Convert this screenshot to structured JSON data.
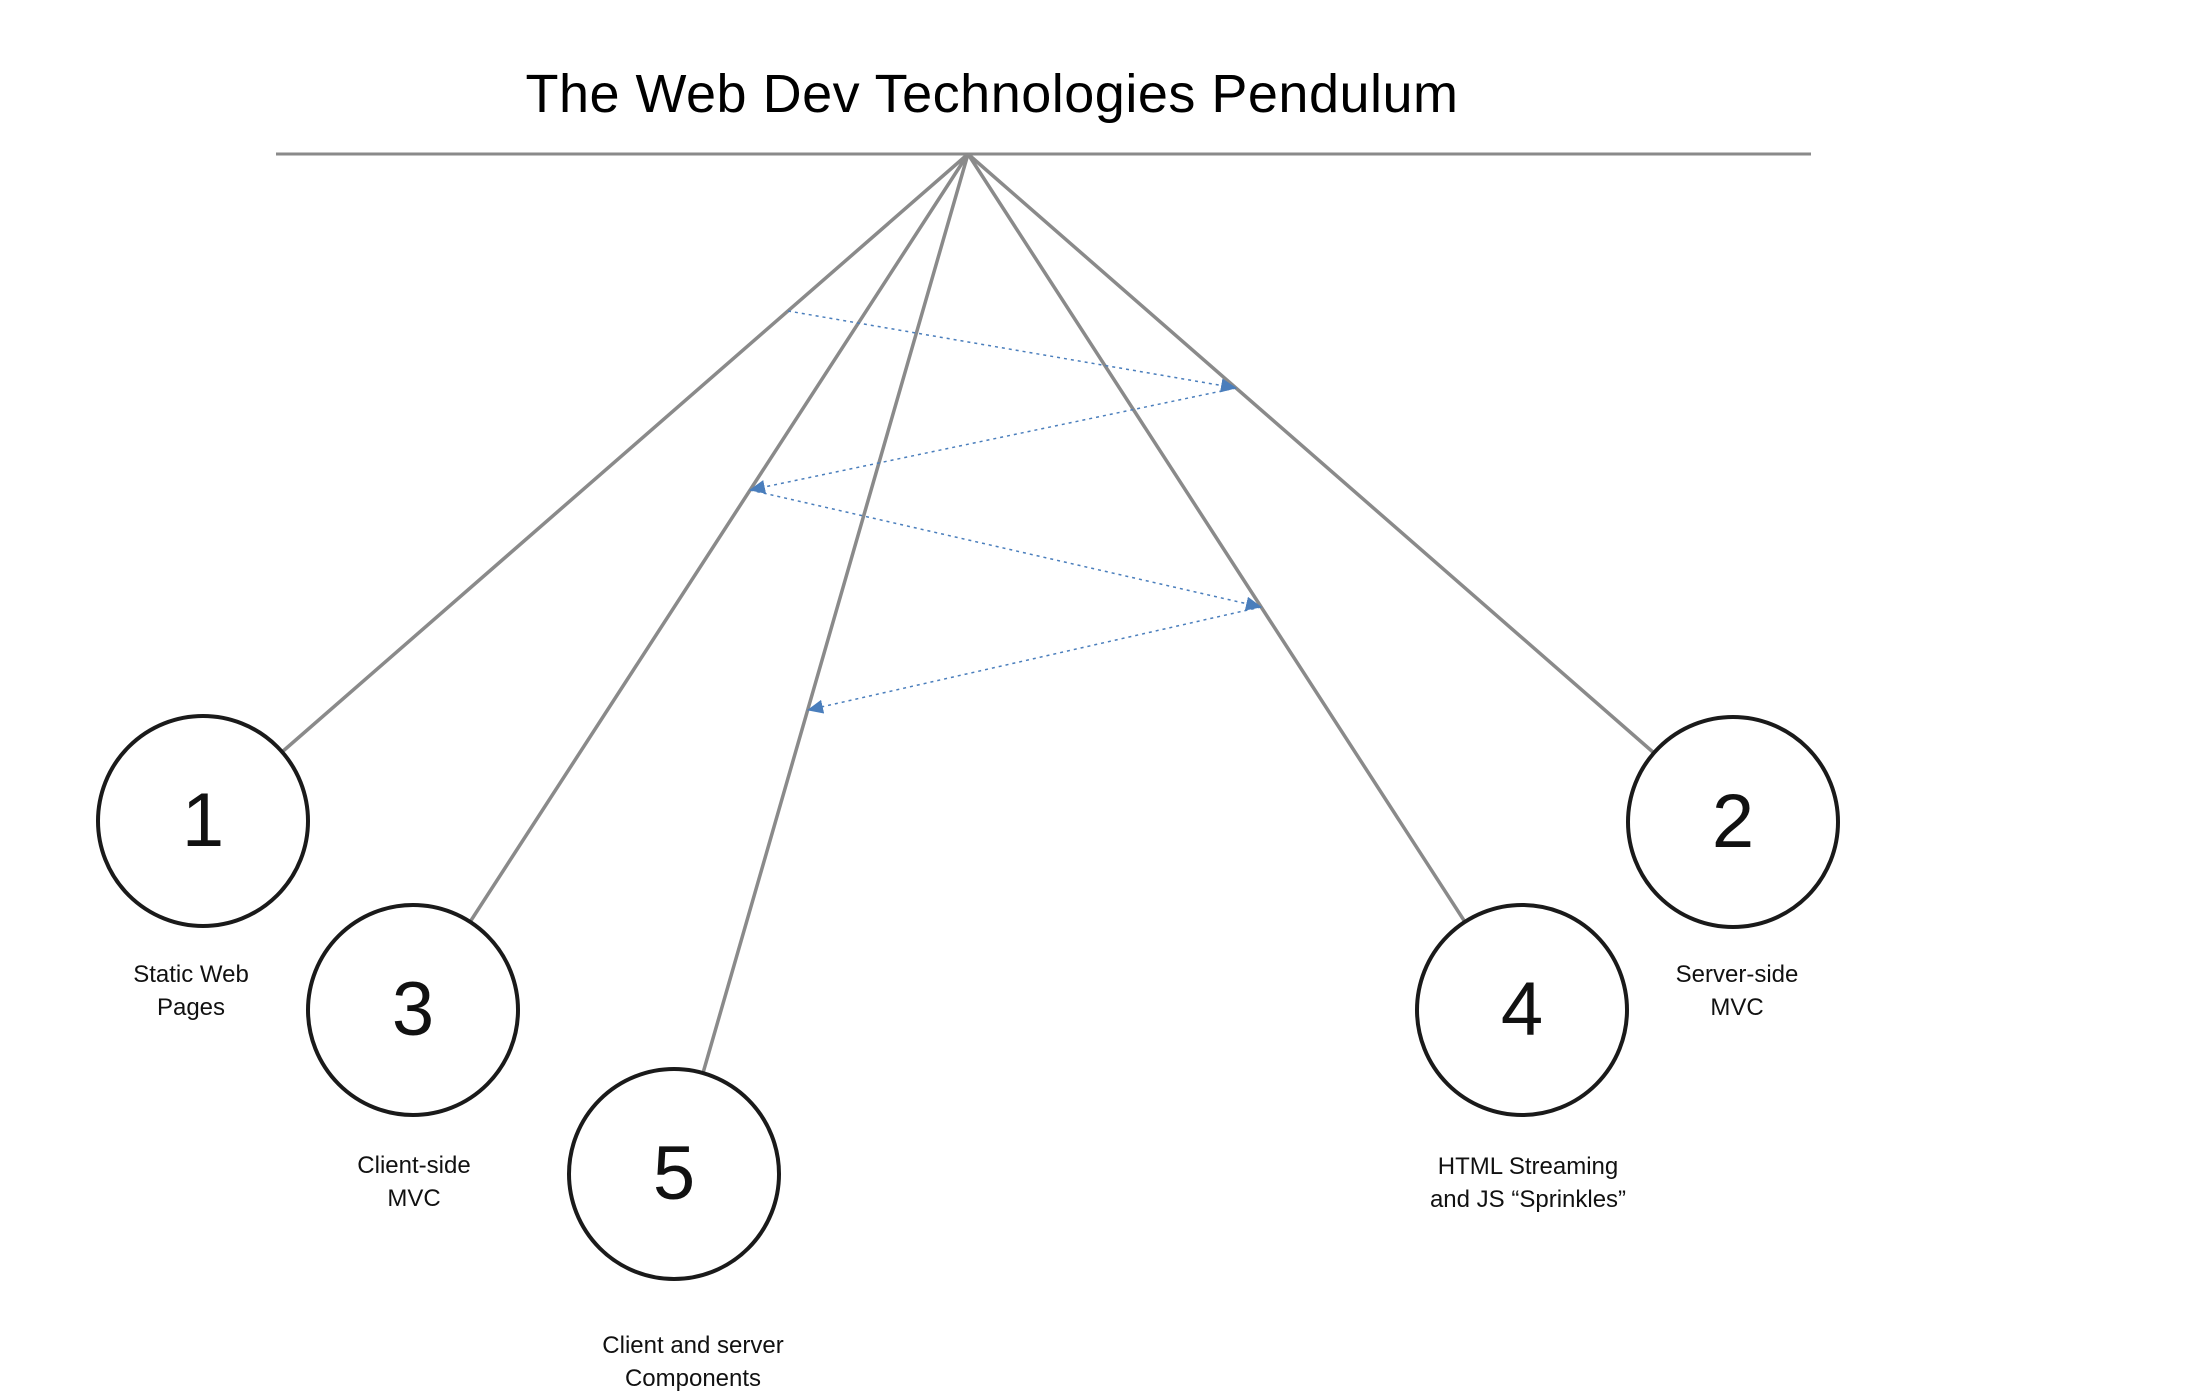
{
  "title": "The Web Dev Technologies Pendulum",
  "nodes": [
    {
      "number": "1",
      "label_line1": "Static Web",
      "label_line2": "Pages"
    },
    {
      "number": "2",
      "label_line1": "Server-side",
      "label_line2": "MVC"
    },
    {
      "number": "3",
      "label_line1": "Client-side",
      "label_line2": "MVC"
    },
    {
      "number": "4",
      "label_line1": "HTML Streaming",
      "label_line2": "and JS “Sprinkles”"
    },
    {
      "number": "5",
      "label_line1": "Client and server",
      "label_line2": "Components"
    }
  ],
  "colors": {
    "pendulum_line": "#8a8a8a",
    "circle_stroke": "#1a1a1a",
    "circle_fill": "#ffffff",
    "swing_arrow": "#4a7ebc",
    "text": "#000000"
  }
}
